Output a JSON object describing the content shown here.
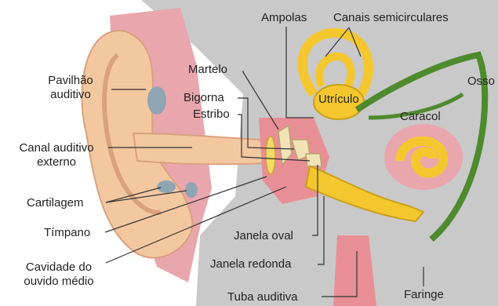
{
  "labels": {
    "pavilhao_line1": "Pavilhão",
    "pavilhao_line2": "auditivo",
    "canal_line1": "Canal auditivo",
    "canal_line2": "externo",
    "cartilagem": "Cartilagem",
    "timpano": "Tímpano",
    "cavidade_line1": "Cavidade do",
    "cavidade_line2": "ouvido médio",
    "tuba": "Tuba auditiva",
    "faringe": "Faringe",
    "janela_redonda": "Janela redonda",
    "janela_oval": "Janela oval",
    "martelo": "Martelo",
    "bigorna": "Bigorna",
    "estribo": "Estribo",
    "ampolas": "Ampolas",
    "canais": "Canais semicirculares",
    "utriculo": "Utrículo",
    "caracol": "Caracol",
    "osso": "Osso"
  },
  "colors": {
    "skin": "#f3c8a0",
    "cartilage": "#e9a6ad",
    "bone": "#c9c9c9",
    "inner_ear": "#f5c72e",
    "nerve": "#4e8a2e",
    "flesh": "#e88f95"
  }
}
